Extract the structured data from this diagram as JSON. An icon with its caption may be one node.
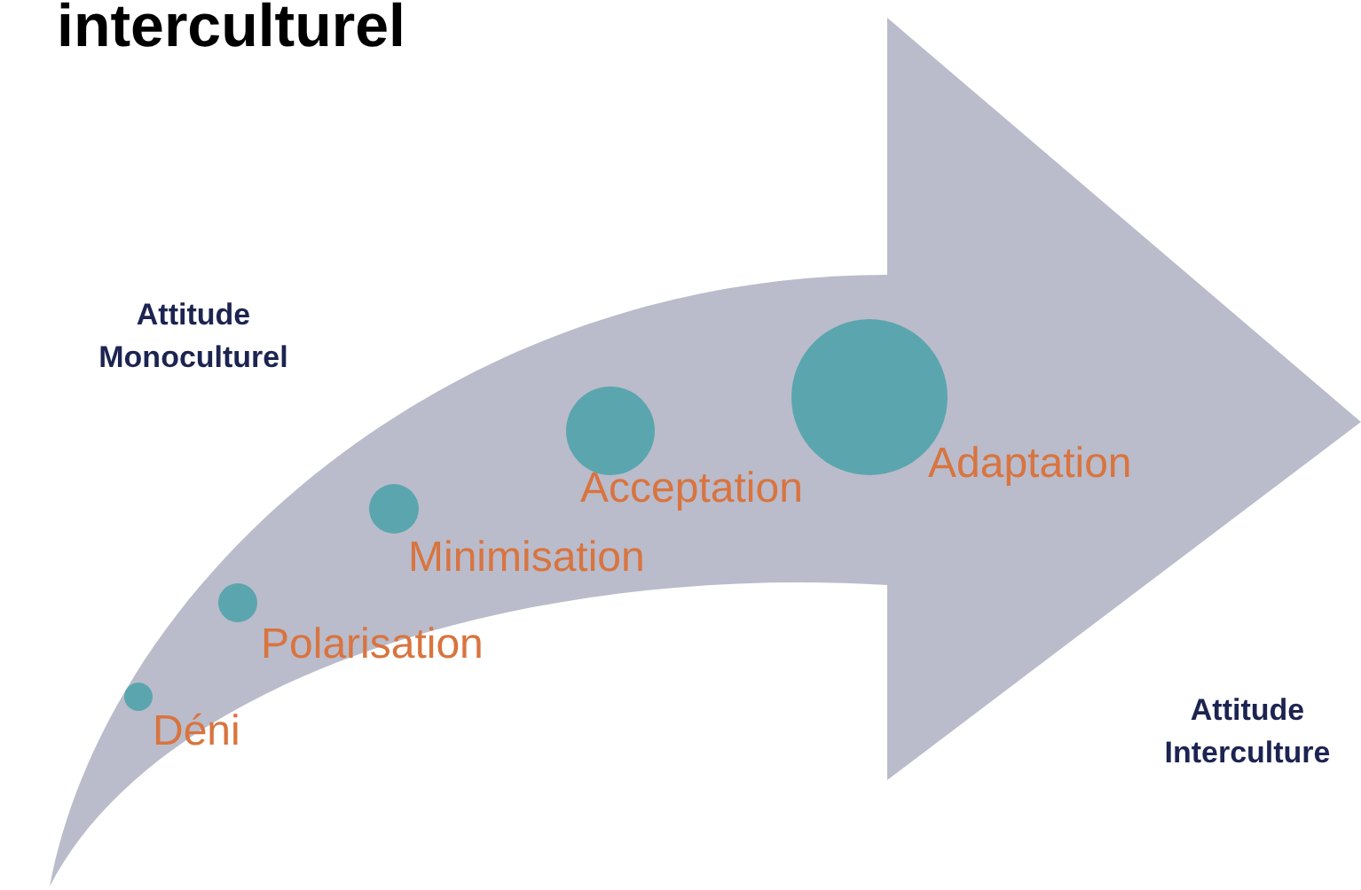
{
  "diagram": {
    "title": "interculturel",
    "labels": [
      "Attitude Monoculturel",
      "Adaptation",
      "Acceptation",
      "Minimisation",
      "Polarisation",
      "Attitude Interculture",
      "Déni"
    ]
  }
}
